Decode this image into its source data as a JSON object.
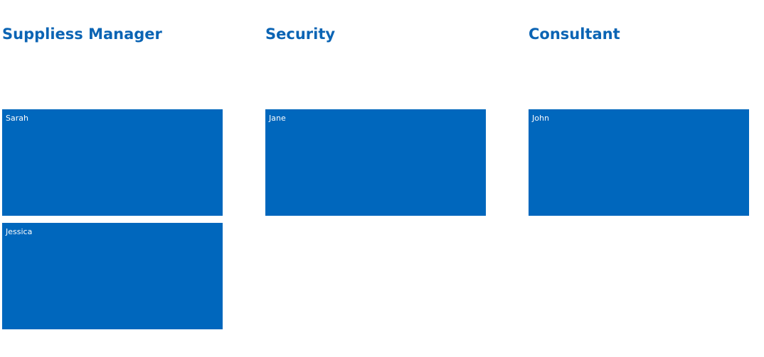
{
  "accent_color": "#0067bd",
  "title_color": "#0b64b4",
  "groups": [
    {
      "title": "Suppliess Manager",
      "tiles": [
        {
          "name": "Sarah"
        },
        {
          "name": "Jessica"
        }
      ]
    },
    {
      "title": "Security",
      "tiles": [
        {
          "name": "Jane"
        }
      ]
    },
    {
      "title": "Consultant",
      "tiles": [
        {
          "name": "John"
        }
      ]
    }
  ]
}
